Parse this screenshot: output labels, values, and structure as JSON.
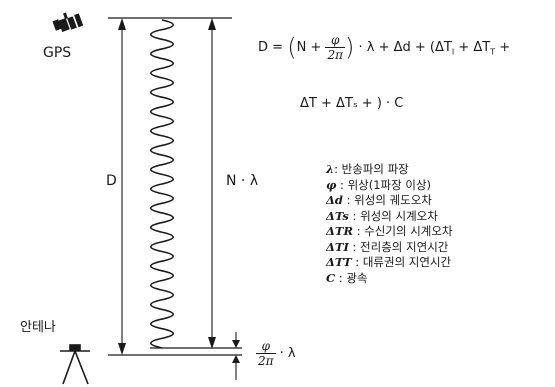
{
  "satellite": {
    "label": "GPS"
  },
  "antenna": {
    "label": "안테나"
  },
  "distance": {
    "label": "D"
  },
  "wave_count": {
    "label": "N · λ"
  },
  "formula": {
    "lhs": "D =",
    "open": "(N +",
    "frac_num": "φ",
    "frac_den": "2π",
    "close": ")",
    "rest": "· λ + Δd + (ΔT",
    "rest2": "+ ΔT",
    "rest3": "+",
    "line2": "ΔT + ΔTₛ + ) · C"
  },
  "remainder": {
    "frac_num": "φ",
    "frac_den": "2π",
    "tail": "· λ"
  },
  "legend": [
    {
      "sym": "λ",
      "text": ": 반송파의 파장"
    },
    {
      "sym": "φ",
      "text": " : 위상(1파장 이상)"
    },
    {
      "sym": "Δd",
      "text": " : 위성의 궤도오차"
    },
    {
      "sym": "ΔTs",
      "text": " : 위성의 시계오차"
    },
    {
      "sym": "ΔTR",
      "text": " : 수신기의 시계오차"
    },
    {
      "sym": "ΔTI",
      "text": " : 전리층의 지연시간"
    },
    {
      "sym": "ΔTT",
      "text": " : 대류권의 지연시간"
    },
    {
      "sym": "C",
      "text": " : 광속"
    }
  ]
}
